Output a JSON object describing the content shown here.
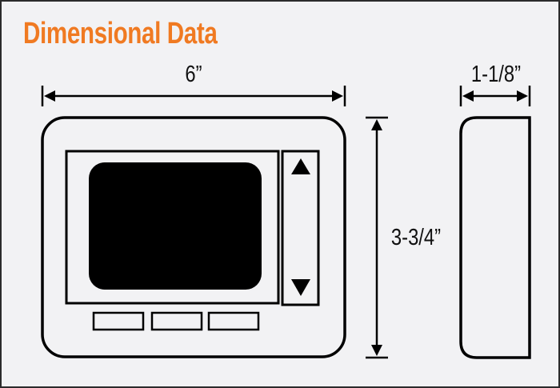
{
  "title": "Dimensional Data",
  "colors": {
    "title": "#f07a22",
    "background": "#f2f2f4",
    "lines": "#000000",
    "frame_border": "#2b2b2b"
  },
  "dimensions": {
    "width": {
      "label": "6”",
      "orientation": "horizontal",
      "view": "front"
    },
    "height": {
      "label": "3-3/4”",
      "orientation": "vertical",
      "view": "front"
    },
    "depth": {
      "label": "1-1/8”",
      "orientation": "horizontal",
      "view": "side"
    }
  },
  "device": {
    "front_view": {
      "screen": "black rounded display",
      "side_controls": [
        {
          "icon": "triangle-up-icon"
        },
        {
          "icon": "triangle-down-icon"
        }
      ],
      "buttons": [
        {},
        {},
        {}
      ]
    },
    "side_view": {
      "shape": "rounded-left profile"
    }
  }
}
